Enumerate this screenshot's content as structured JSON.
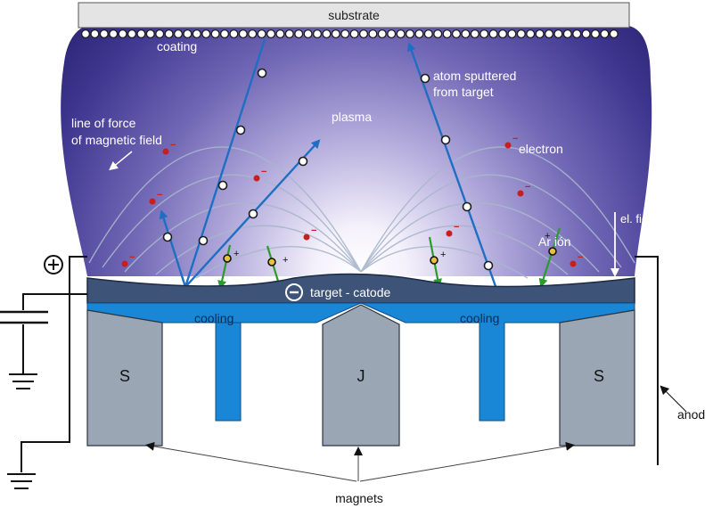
{
  "labels": {
    "substrate": "substrate",
    "coating": "coating",
    "plasma": "plasma",
    "line_of_force_1": "line of force",
    "line_of_force_2": "of magnetic field",
    "atom_sputtered_1": "atom sputtered",
    "atom_sputtered_2": "from target",
    "electron": "electron",
    "el_field": "el. field",
    "ar_ion": "Ar ión",
    "target_cathode": "target - catode",
    "cooling_left": "cooling",
    "cooling_right": "cooling",
    "magnet_left": "S",
    "magnet_center": "J",
    "magnet_right": "S",
    "anode": "anod",
    "magnets": "magnets"
  },
  "symbols": {
    "plus": "+",
    "minus": "−",
    "ion_charge": "+",
    "electron_charge": "−"
  },
  "colors": {
    "plasma_core": "#ffffff",
    "plasma_edge": "#3a3283",
    "substrate": "#e4e4e4",
    "target": "#3d5378",
    "cooling": "#1a86d6",
    "magnet": "#9aa6b4",
    "sputter_arrow": "#1e6fc4",
    "ion_arrow": "#2c9a2c",
    "electron": "#c81e1e",
    "field_line": "#a9b6cc"
  },
  "icons": [
    "ground-icon",
    "capacitor-icon",
    "plus-terminal-icon",
    "minus-terminal-icon"
  ]
}
